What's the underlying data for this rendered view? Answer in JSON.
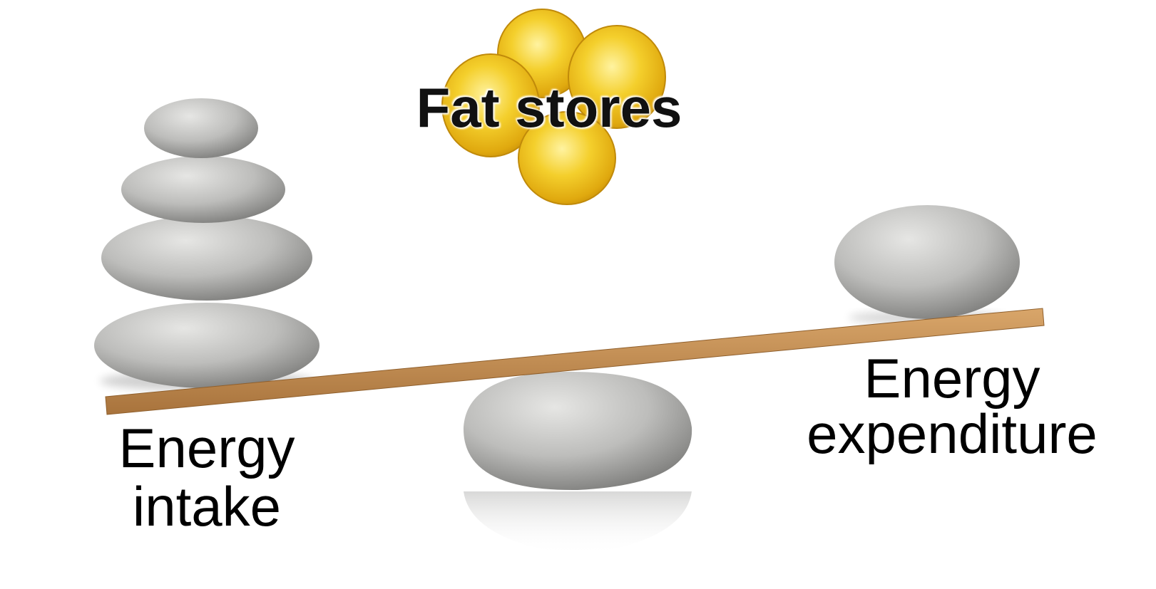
{
  "labels": {
    "fat_stores": "Fat stores",
    "intake_line1": "Energy",
    "intake_line2": "intake",
    "expenditure_line1": "Energy",
    "expenditure_line2": "expenditure"
  },
  "colors": {
    "stone": "#b9b9b7",
    "stone_dark": "#8a8a88",
    "plank": "#c8935a",
    "fat_cell": "#f1c21e",
    "text": "#000000"
  }
}
